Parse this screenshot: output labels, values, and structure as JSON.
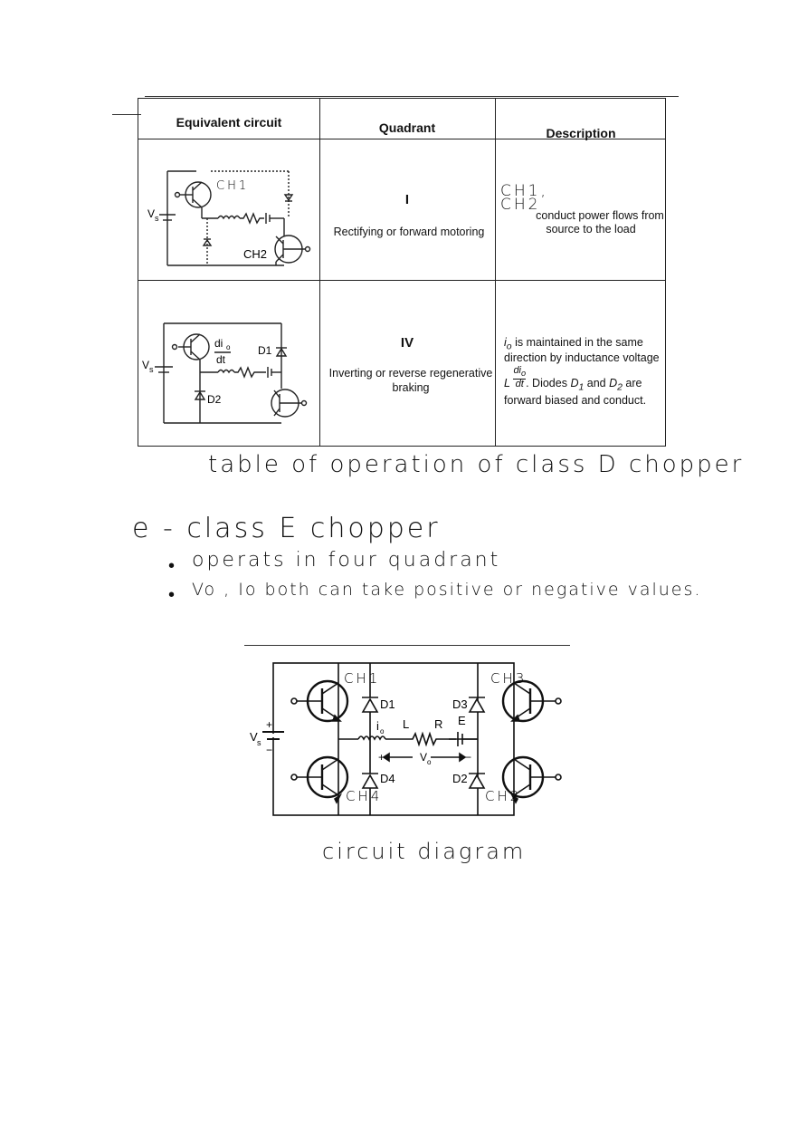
{
  "table": {
    "headers": [
      "Equivalent circuit",
      "Quadrant",
      "Description"
    ],
    "rows": [
      {
        "circuit_labels": {
          "vs": "V",
          "vs_sub": "s",
          "ch1": "CH1",
          "ch2": "CH2"
        },
        "quadrant_numeral": "I",
        "quadrant_text": "Rectifying or forward motoring",
        "desc_hand": "CH1, CH2",
        "desc_lines": [
          "conduct power flows from",
          "source to the load"
        ]
      },
      {
        "circuit_labels": {
          "vs": "V",
          "vs_sub": "s",
          "dio": "di",
          "dio_sub": "o",
          "dt": "dt",
          "d1": "D1",
          "d2": "D2"
        },
        "quadrant_numeral": "IV",
        "quadrant_text_1": "Inverting or reverse regenerative",
        "quadrant_text_2": "braking",
        "desc_line_1": "is maintained in the same",
        "desc_io": "i",
        "desc_io_sub": "o",
        "desc_line_2": "direction by inductance voltage",
        "desc_L": "L",
        "desc_frac_num": "di",
        "desc_frac_sub": "o",
        "desc_frac_den": "dt",
        "desc_line_3": ". Diodes",
        "desc_d1": "D",
        "desc_d1_sub": "1",
        "desc_and": "and",
        "desc_d2": "D",
        "desc_d2_sub": "2",
        "desc_are": "are",
        "desc_line_4": "forward biased and conduct."
      }
    ]
  },
  "table_caption": "table of operation of class D chopper",
  "section": {
    "heading": "e - class E chopper",
    "bullets": [
      "operats in four quadrant",
      "Vo , Io both can take positive or negative values."
    ]
  },
  "circuit": {
    "labels": {
      "ch1": "CH1",
      "ch2": "CH2",
      "ch3": "CH3",
      "ch4": "CH4",
      "d1": "D1",
      "d2": "D2",
      "d3": "D3",
      "d4": "D4",
      "vs": "V",
      "vs_sub": "s",
      "io": "i",
      "io_sub": "o",
      "L": "L",
      "R": "R",
      "E": "E",
      "vo": "V",
      "vo_sub": "o",
      "plus": "+",
      "minus": "−"
    },
    "caption": "circuit diagram"
  }
}
